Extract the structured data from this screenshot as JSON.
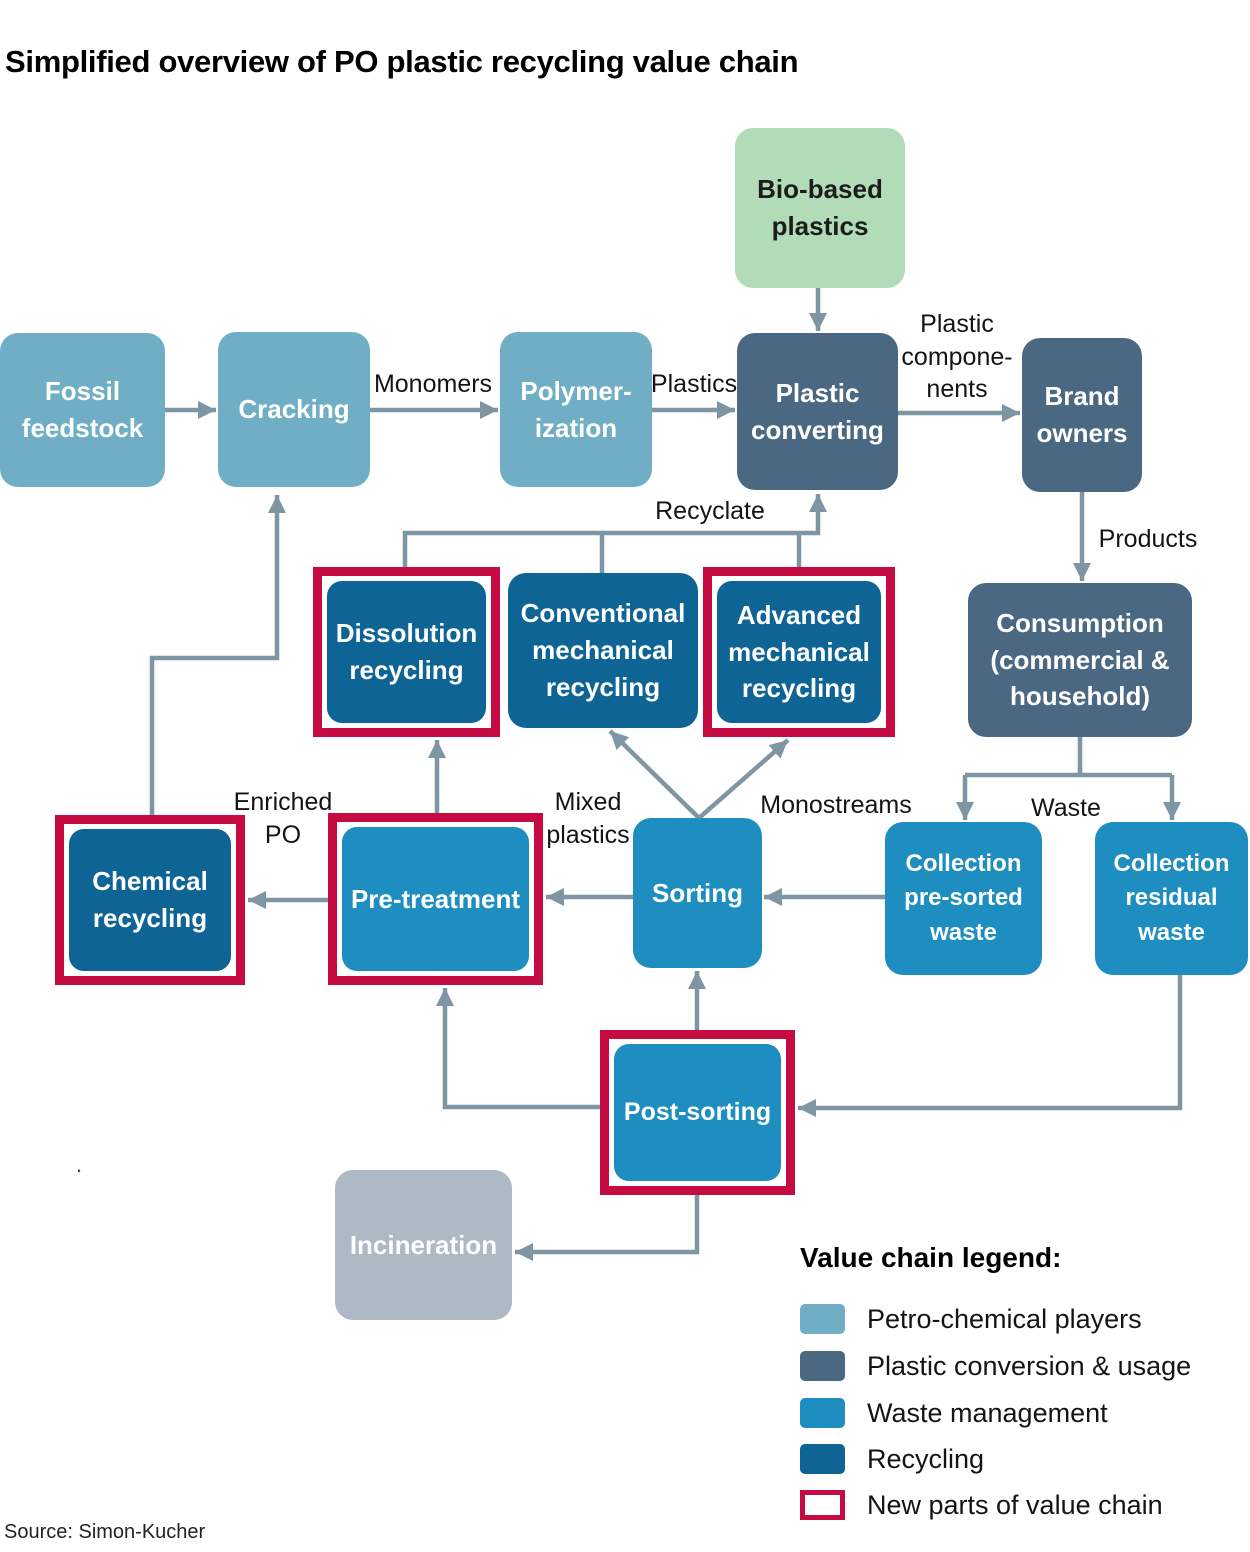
{
  "title": "Simplified overview of PO plastic recycling value chain",
  "source": "Source: Simon-Kucher",
  "stray_mark": ".",
  "colors": {
    "petro": "#6FAEC4",
    "conversion": "#4B6883",
    "waste": "#1E8DBF",
    "recycling": "#0E6495",
    "bio": "#B2DCB8",
    "gray": "#ADB9C4",
    "red": "#C60B43",
    "arrow": "#7E95A4"
  },
  "nodes": {
    "fossil": {
      "label": "Fossil\nfeedstock",
      "category": "Petro-chemical players"
    },
    "cracking": {
      "label": "Cracking",
      "category": "Petro-chemical players"
    },
    "polymerization": {
      "label": "Polymer-\nization",
      "category": "Petro-chemical players"
    },
    "bio_based": {
      "label": "Bio-based\nplastics",
      "category": "Bio-based plastics"
    },
    "plastic_converting": {
      "label": "Plastic\nconverting",
      "category": "Plastic conversion & usage"
    },
    "brand_owners": {
      "label": "Brand\nowners",
      "category": "Plastic conversion & usage"
    },
    "consumption": {
      "label": "Consumption\n(commercial &\nhousehold)",
      "category": "Plastic conversion & usage"
    },
    "dissolution": {
      "label": "Dissolution\nrecycling",
      "category": "Recycling",
      "new_part": true
    },
    "conventional": {
      "label": "Conventional\nmechanical\nrecycling",
      "category": "Recycling",
      "new_part": false
    },
    "advanced": {
      "label": "Advanced\nmechanical\nrecycling",
      "category": "Recycling",
      "new_part": true
    },
    "chemical": {
      "label": "Chemical\nrecycling",
      "category": "Recycling",
      "new_part": true
    },
    "pre_treatment": {
      "label": "Pre-treatment",
      "category": "Waste management",
      "new_part": true
    },
    "sorting": {
      "label": "Sorting",
      "category": "Waste management",
      "new_part": false
    },
    "collection_pre_sorted": {
      "label": "Collection\npre-sorted\nwaste",
      "category": "Waste management",
      "new_part": false
    },
    "collection_residual": {
      "label": "Collection\nresidual\nwaste",
      "category": "Waste management",
      "new_part": false
    },
    "post_sorting": {
      "label": "Post-sorting",
      "category": "Waste management",
      "new_part": true
    },
    "incineration": {
      "label": "Incineration",
      "category": "Other"
    }
  },
  "edge_labels": {
    "monomers": "Monomers",
    "plastics": "Plastics",
    "plastic_components": "Plastic\ncompone-\nnents",
    "recyclate": "Recyclate",
    "products": "Products",
    "waste": "Waste",
    "monostreams": "Monostreams",
    "mixed_plastics": "Mixed\nplastics",
    "enriched_po": "Enriched\nPO"
  },
  "legend": {
    "title": "Value chain legend:",
    "items": [
      {
        "label": "Petro-chemical players",
        "swatch": "petro"
      },
      {
        "label": "Plastic conversion & usage",
        "swatch": "conversion"
      },
      {
        "label": "Waste management",
        "swatch": "waste"
      },
      {
        "label": "Recycling",
        "swatch": "recycling"
      },
      {
        "label": "New parts of value chain",
        "swatch": "new-parts-outline"
      }
    ]
  }
}
